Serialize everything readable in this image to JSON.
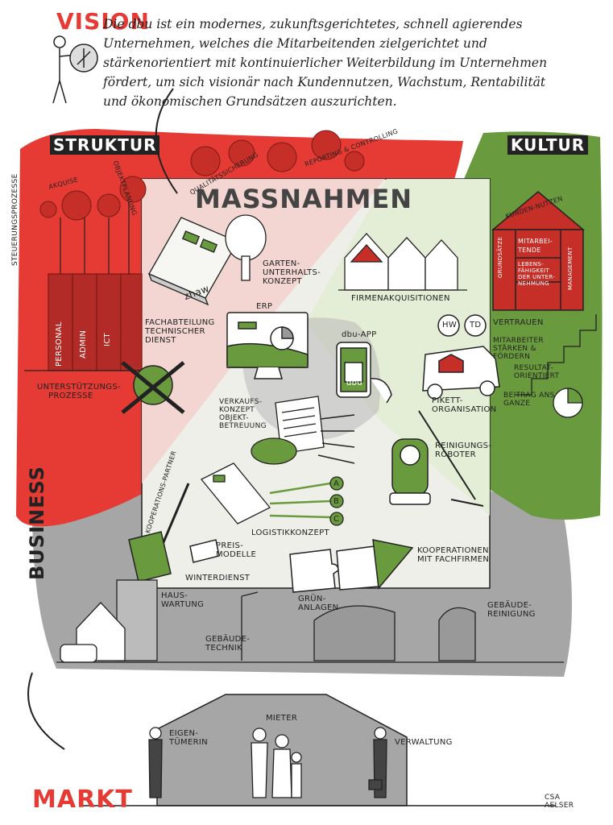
{
  "header": {
    "vision_title": "VISION",
    "vision_text": "Die dbu ist ein modernes, zukunftsgerichtetes, schnell agierendes Unternehmen, welches die Mitarbeitenden zielgerichtet und stärkenorientiert mit kontinuierlicher Weiterbildung im Unternehmen fördert, um sich visionär nach Kundennutzen, Wachstum, Rentabilität und ökonomischen Grundsätzen auszurichten."
  },
  "sections": {
    "struktur": "STRUKTUR",
    "kultur": "KULTUR",
    "massnahmen": "MASSNAHMEN",
    "business": "BUSINESS",
    "markt": "MARKT"
  },
  "struktur": {
    "steuerung": "STEUERUNGSPROZESSE",
    "akquise": "AKQUISE",
    "objektplanung": "OBJEKTPLANUNG",
    "qualitaet": "QUALITÄTSSICHERUNG",
    "reporting": "REPORTING & CONTROLLING",
    "personal": "PERSONAL",
    "admin": "ADMIN",
    "ict": "ICT",
    "unterstuetzung": [
      "UNTERSTÜTZUNGS-",
      "PROZESSE"
    ]
  },
  "kultur": {
    "house_roof": "KUNDEN-NUTZEN",
    "mitarbeitende": [
      "MITARBEI-",
      "TENDE"
    ],
    "lebensfaehigkeit": [
      "LEBENS-",
      "FÄHIGKEIT",
      "DER UNTER-",
      "NEHMUNG"
    ],
    "grundsaetze": "GRUNDSÄTZE",
    "management": "MANAGEMENT",
    "stairs": [
      "VERTRAUEN",
      "MITARBEITER STÄRKEN & FÖRDERN",
      "RESULTAT-ORIENTIERT",
      "BEITRAG ANS GANZE"
    ]
  },
  "massnahmen": {
    "gartenkonzept": [
      "GARTEN-",
      "UNTERHALTS-",
      "KONZEPT"
    ],
    "zhaw": "zhaw",
    "firmenakquisitionen": "FIRMENAKQUISITIONEN",
    "erp": "ERP",
    "fachabteilung": [
      "FACHABTEILUNG",
      "TECHNISCHER",
      "DIENST"
    ],
    "dbu_app": "dbu-APP",
    "app_logo": "dbu",
    "hw": "HW",
    "td": "TD",
    "pikett": [
      "PIKETT-",
      "ORGANISATION"
    ],
    "verkaufskonzept": [
      "VERKAUFS-",
      "KONZEPT",
      "OBJEKT-",
      "BETREUUNG"
    ],
    "reinigungsroboter": [
      "REINIGUNGS-",
      "ROBOTER"
    ],
    "kooperationspartner": "KOOPERATIONS-PARTNER",
    "logistik_nodes": [
      "A",
      "B",
      "C"
    ],
    "logistikkonzept": "LOGISTIKKONZEPT",
    "preismodelle": [
      "PREIS-",
      "MODELLE"
    ],
    "kooperationen": [
      "KOOPERATIONEN",
      "MIT FACHFIRMEN"
    ],
    "winterdienst": "WINTERDIENST"
  },
  "business": {
    "hauswartung": [
      "HAUS-",
      "WARTUNG"
    ],
    "gruenanlagen": [
      "GRÜN-",
      "ANLAGEN"
    ],
    "gebaeudereinigung": [
      "GEBÄUDE-",
      "REINIGUNG"
    ],
    "gebaeudetechnik": [
      "GEBÄUDE-",
      "TECHNIK"
    ]
  },
  "markt": {
    "eigentuemerin": [
      "EIGEN-",
      "TÜMERIN"
    ],
    "mieter": "MIETER",
    "verwaltung": "VERWALTUNG",
    "signature": [
      "CSA",
      "AELSER"
    ]
  },
  "colors": {
    "red": "#e63b34",
    "green": "#6a9a3e",
    "grey": "#a6a6a6",
    "pink": "#f3d3cf",
    "light_green": "#e2ecd4",
    "board": "#efefea"
  }
}
